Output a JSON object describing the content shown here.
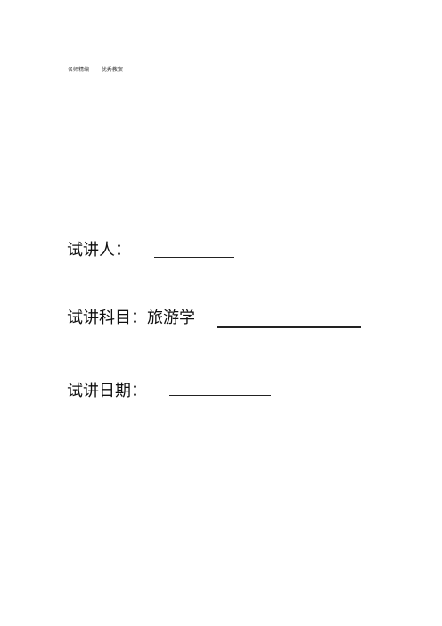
{
  "header": {
    "left_text": "名师精编",
    "right_text": "优秀教案"
  },
  "fields": {
    "presenter": {
      "label": "试讲人："
    },
    "subject": {
      "label": "试讲科目：",
      "value": "旅游学"
    },
    "date": {
      "label": "试讲日期："
    }
  }
}
